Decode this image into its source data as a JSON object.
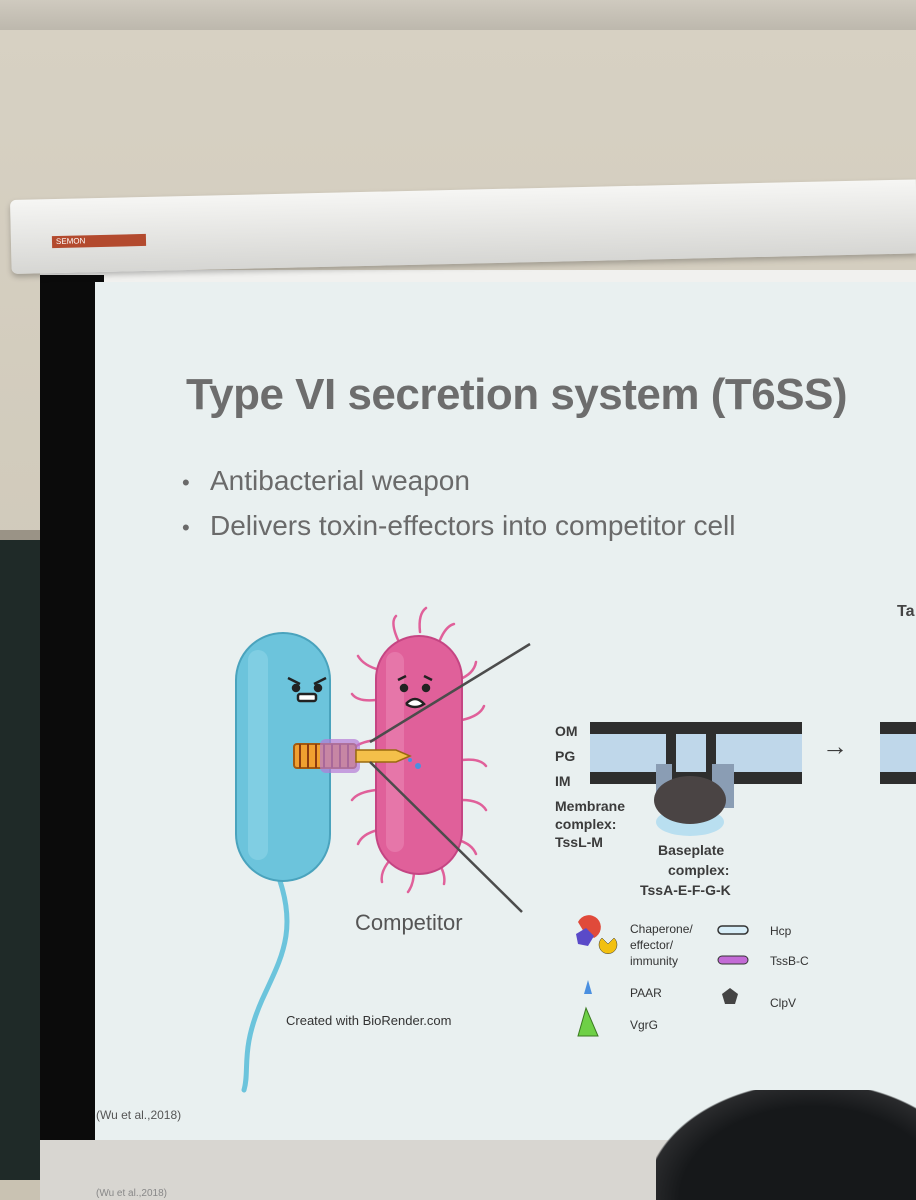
{
  "slide": {
    "title": "Type VI secretion system (T6SS)",
    "bullets": [
      "Antibacterial weapon",
      "Delivers toxin-effectors into competitor cell"
    ],
    "bullet_glyph": "•",
    "competitor_label": "Competitor",
    "biorender_credit": "Created with BioRender.com",
    "citation": "(Wu et al.,2018)",
    "cut_label": "Ta"
  },
  "projector": {
    "brand": "SEMON"
  },
  "diagram": {
    "layers": [
      "OM",
      "PG",
      "IM"
    ],
    "membrane_complex": [
      "Membrane",
      "complex:",
      "TssL-M"
    ],
    "baseplate_complex": [
      "Baseplate",
      "complex:",
      "TssA-E-F-G-K"
    ],
    "arrow": "→",
    "legend": {
      "chaperone": [
        "Chaperone/",
        "effector/",
        "immunity"
      ],
      "hcp": "Hcp",
      "tssbc": "TssB-C",
      "paar": "PAAR",
      "clpv": "ClpV",
      "vgrg": "VgrG"
    }
  },
  "colors": {
    "attacker": "#6cc4dc",
    "competitor": "#e0609a",
    "slide_bg": "#e9f0f0",
    "tssbc": "#c36bd6",
    "vgrg": "#6ed046",
    "paar": "#4a8fe0"
  },
  "bottom_strip_text": "(Wu et al.,2018)"
}
